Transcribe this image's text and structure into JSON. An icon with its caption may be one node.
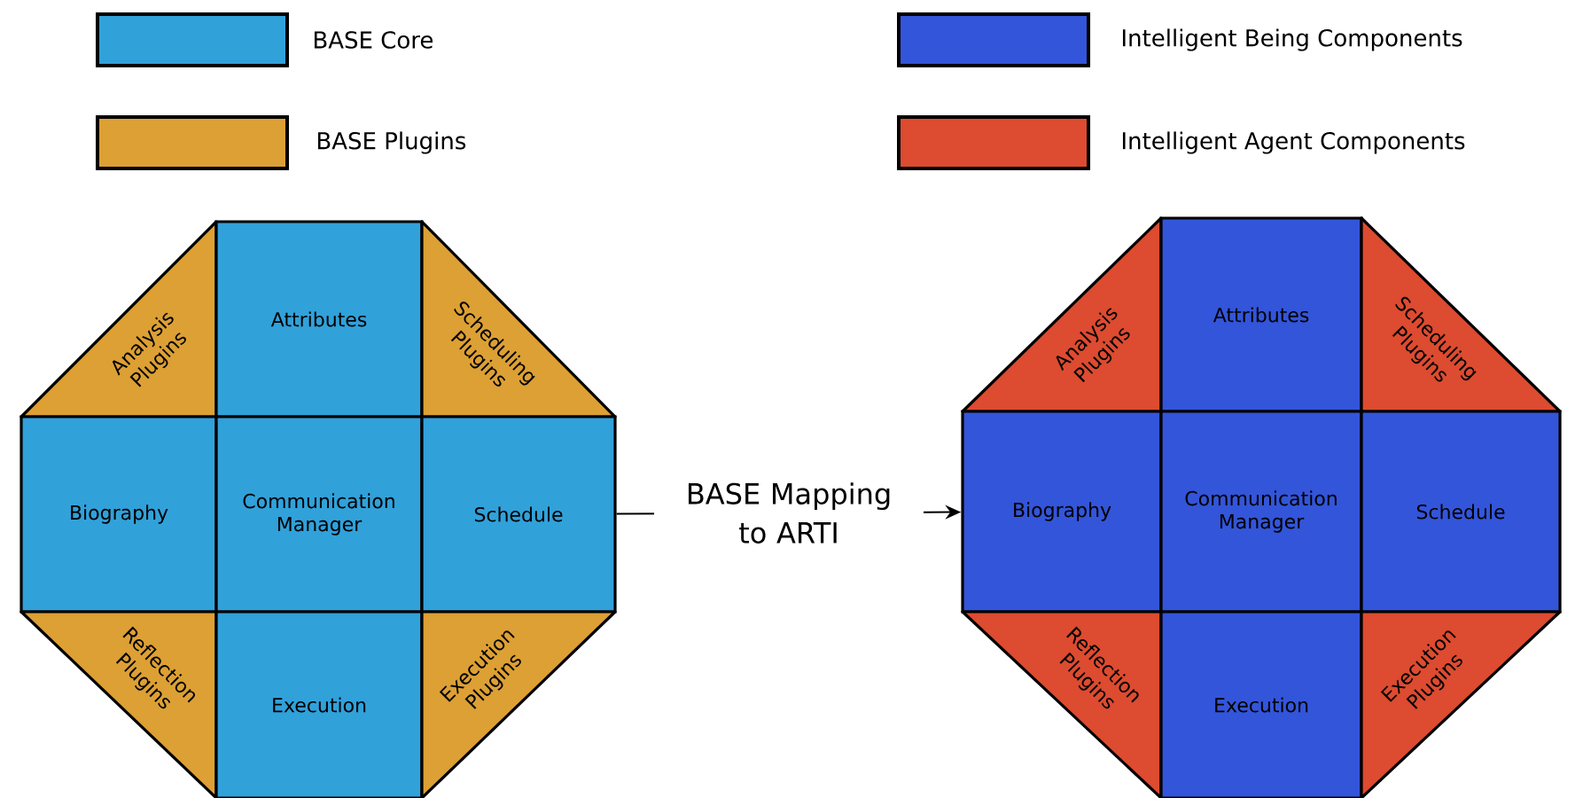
{
  "diagram": {
    "nodes": [
      {
        "text": [
          "Analysis Plugins"
        ]
      },
      {
        "text": [
          "Attributes"
        ]
      },
      {
        "text": [
          "Scheduling Plugins"
        ]
      },
      {
        "text": [
          "Biography"
        ]
      },
      {
        "text": [
          "Communication Manager"
        ]
      },
      {
        "text": [
          "Schedule"
        ]
      },
      {
        "text": [
          "Reflection Plugins"
        ]
      },
      {
        "text": [
          "Execution"
        ]
      },
      {
        "text": [
          "Execution Plugins"
        ]
      },
      {
        "text": [
          "Analysis Plugins"
        ]
      },
      {
        "text": [
          "Attributes"
        ]
      },
      {
        "text": [
          "Scheduling Plugins"
        ]
      },
      {
        "text": [
          "Biography"
        ]
      },
      {
        "text": [
          "Communication Manager"
        ]
      },
      {
        "text": [
          "Schedule"
        ]
      },
      {
        "text": [
          "Reflection Plugins"
        ]
      },
      {
        "text": [
          "Execution"
        ]
      },
      {
        "text": [
          "Execution Plugins"
        ]
      }
    ],
    "edges": [
      {
        "from": 5,
        "to": 12,
        "arrow": "to",
        "label": "BASE Mapping to ARTI"
      }
    ],
    "legend": [
      {
        "text": "BASE Core",
        "color": "#31a1da"
      },
      {
        "text": "BASE Plugins",
        "color": "#dca034"
      },
      {
        "text": "Intelligent Being Components",
        "color": "#3355d9"
      },
      {
        "text": "Intelligent Agent Components",
        "color": "#dd4b30"
      }
    ]
  }
}
